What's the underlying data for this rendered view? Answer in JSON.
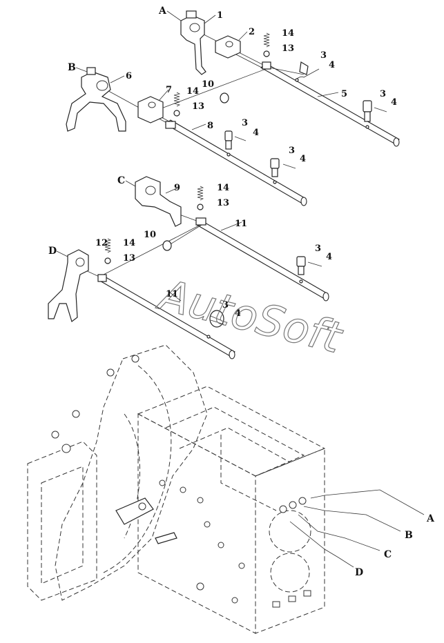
{
  "watermark": "AutoSoft",
  "part_labels": {
    "p1": "1",
    "p2": "2",
    "p3a": "3",
    "p4a": "4",
    "p5": "5",
    "p13a": "13",
    "p14a": "14",
    "p3b": "3",
    "p4b": "4",
    "p6": "6",
    "p7": "7",
    "p14b": "14",
    "p10a": "10",
    "p13b": "13",
    "p8": "8",
    "p3c": "3",
    "p4c": "4",
    "p3d": "3",
    "p4d": "4",
    "p9": "9",
    "p14c": "14",
    "p13c": "13",
    "p11a": "11",
    "p10b": "10",
    "p12": "12",
    "p14d": "14",
    "p13d": "13",
    "p3e": "3",
    "p4e": "4",
    "p11b": "11",
    "p3f": "3",
    "p4f": "4"
  },
  "callouts": {
    "top_a": "A",
    "top_b": "B",
    "top_c": "C",
    "top_d": "D",
    "bot_a": "A",
    "bot_b": "B",
    "bot_c": "C",
    "bot_d": "D"
  }
}
